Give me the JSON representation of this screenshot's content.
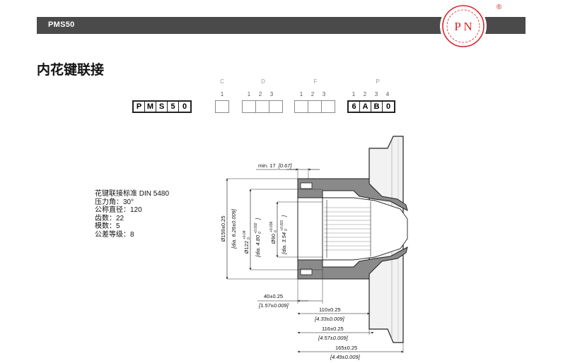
{
  "header": {
    "title": "PMS50"
  },
  "logo": {
    "text": "P N",
    "registered": "®",
    "color": "#d8262b"
  },
  "page_title": "内花键联接",
  "code": {
    "groups": [
      {
        "letter": "",
        "indices": [],
        "cells": [
          "P",
          "M",
          "S",
          "5",
          "0"
        ]
      },
      {
        "letter": "C",
        "indices": [
          "1"
        ],
        "cells": [
          ""
        ]
      },
      {
        "letter": "D",
        "indices": [
          "1",
          "2",
          "3"
        ],
        "cells": [
          "",
          "",
          ""
        ]
      },
      {
        "letter": "F",
        "indices": [
          "1",
          "2",
          "3"
        ],
        "cells": [
          "",
          "",
          ""
        ]
      },
      {
        "letter": "P",
        "indices": [
          "1",
          "2",
          "3",
          "4"
        ],
        "cells": [
          "6",
          "A",
          "B",
          "0"
        ]
      }
    ]
  },
  "spec": {
    "standard": "花键联接标准  DIN 5480",
    "lines": [
      "压力角：30°",
      "公称直径：120",
      "齿数：22",
      "模数：5",
      "公差等级：8"
    ]
  },
  "dimensions": {
    "min_label": "min. 17",
    "min_inch": "[0.67]",
    "d159": "Ø159±0.25",
    "d159_inch": "[dia. 6.26±0.009]",
    "d122": "Ø122",
    "d122_tol_upper": "+0.04",
    "d122_tol_lower": "0",
    "d122_inch": "[dia. 4.80",
    "d122_inch_tol_upper": "+0.002",
    "d122_inch_tol_lower": "0",
    "d122_inch_close": "]",
    "d90": "Ø90",
    "d90_tol_upper": "+0.036",
    "d90_tol_lower": "0",
    "d90_inch": "[dia. 3.54",
    "d90_inch_tol_upper": "+0.001",
    "d90_inch_tol_lower": "0",
    "d90_inch_close": "]",
    "l40": "40±0.25",
    "l40_inch": "[1.57±0.009]",
    "l110": "110±0.25",
    "l110_inch": "[4.33±0.009]",
    "l116": "116±0.25",
    "l116_inch": "[4.57±0.009]",
    "l165": "165±0.25",
    "l165_inch": "[4.49±0.009]"
  }
}
